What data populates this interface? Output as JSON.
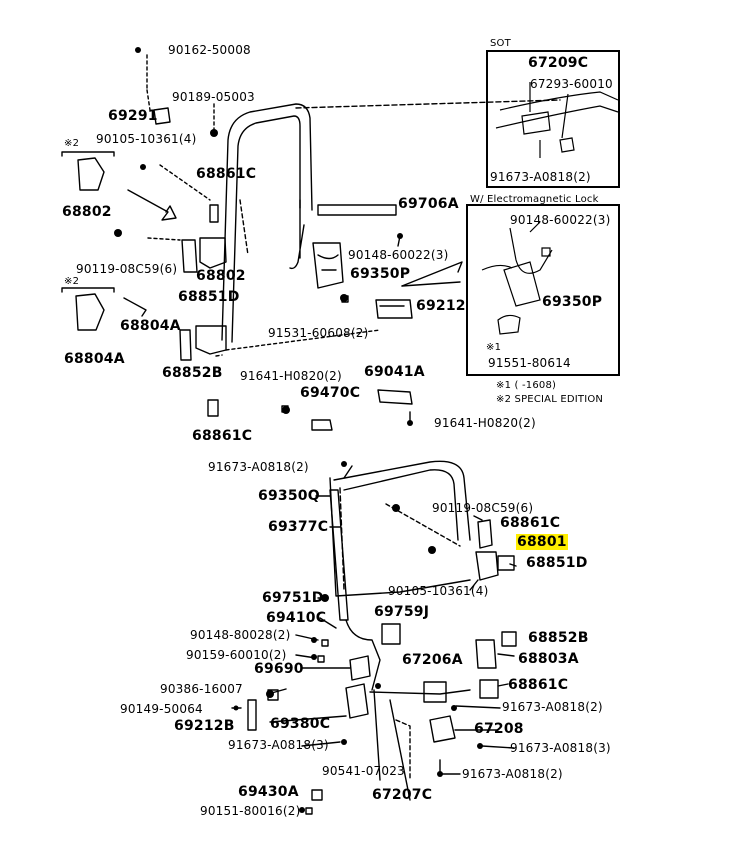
{
  "diagram": {
    "insets": {
      "sot": {
        "title": "SOT"
      },
      "electromagnetic": {
        "title": "W/ Electromagnetic Lock"
      }
    },
    "notes": {
      "n1": "※1 (    -1608)",
      "n2": "※2 SPECIAL EDITION"
    },
    "highlight_color": "#ffee00",
    "labels": {
      "l01": "90162-50008",
      "l02": "90189-05003",
      "l03": "69291",
      "l04": "90105-10361(4)",
      "l05": "※2",
      "l06": "68861C",
      "l07": "68802",
      "l08": "69706A",
      "l09": "90148-60022(3)",
      "l10": "90119-08C59(6)",
      "l11": "68802",
      "l12": "69350P",
      "l13": "68851D",
      "l14": "※2",
      "l15": "68804A",
      "l16": "69212",
      "l17": "91531-60608(2)",
      "l18": "68804A",
      "l19": "68852B",
      "l20": "91641-H0820(2)",
      "l21": "69041A",
      "l22": "69470C",
      "l23": "91641-H0820(2)",
      "l24": "68861C",
      "l25": "67209C",
      "l26": "67293-60010",
      "l27": "91673-A0818(2)",
      "l28": "90148-60022(3)",
      "l29": "69350P",
      "l30": "※1",
      "l31": "91551-80614",
      "l32": "91673-A0818(2)",
      "l33": "69350Q",
      "l34": "90119-08C59(6)",
      "l35": "69377C",
      "l36": "68861C",
      "l37": "68801",
      "l38": "68851D",
      "l39": "90105-10361(4)",
      "l40": "69751D",
      "l41": "69759J",
      "l42": "69410C",
      "l43": "90148-80028(2)",
      "l44": "68852B",
      "l45": "90159-60010(2)",
      "l46": "67206A",
      "l47": "68803A",
      "l48": "69690",
      "l49": "90386-16007",
      "l50": "68861C",
      "l51": "90149-50064",
      "l52": "91673-A0818(2)",
      "l53": "69212B",
      "l54": "69380C",
      "l55": "67208",
      "l56": "91673-A0818(3)",
      "l57": "91673-A0818(3)",
      "l58": "90541-07023",
      "l59": "91673-A0818(2)",
      "l60": "69430A",
      "l61": "67207C",
      "l62": "90151-80016(2)"
    }
  }
}
